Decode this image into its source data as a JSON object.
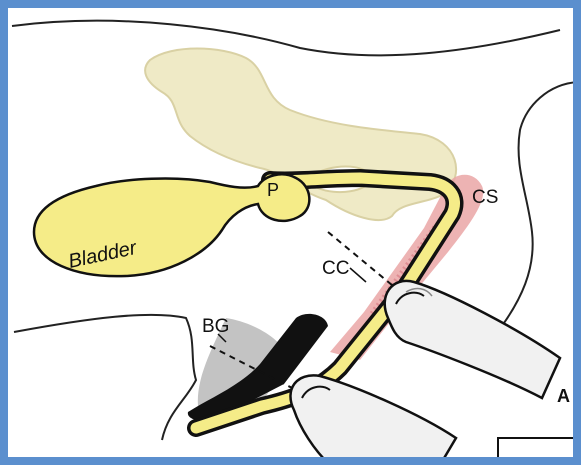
{
  "labels": {
    "bladder": "Bladder",
    "prostate": "P",
    "corpus_spongiosum": "CS",
    "corpus_cavernosum": "CC",
    "bulb_gland": "BG",
    "edge_mark": "A"
  },
  "colors": {
    "frame": "#5b8fce",
    "urethra_fill": "#f5ec88",
    "bone_fill": "#efe9c4",
    "bone_stroke": "#d8cfa0",
    "spongiosum": "#eaa6a6",
    "outline": "#111111",
    "shadow": "#b9b9b9",
    "probe": "#f1f1f1"
  },
  "icons": {
    "upper_probe": "ultrasound-probe-icon",
    "lower_probe": "ultrasound-probe-icon"
  }
}
